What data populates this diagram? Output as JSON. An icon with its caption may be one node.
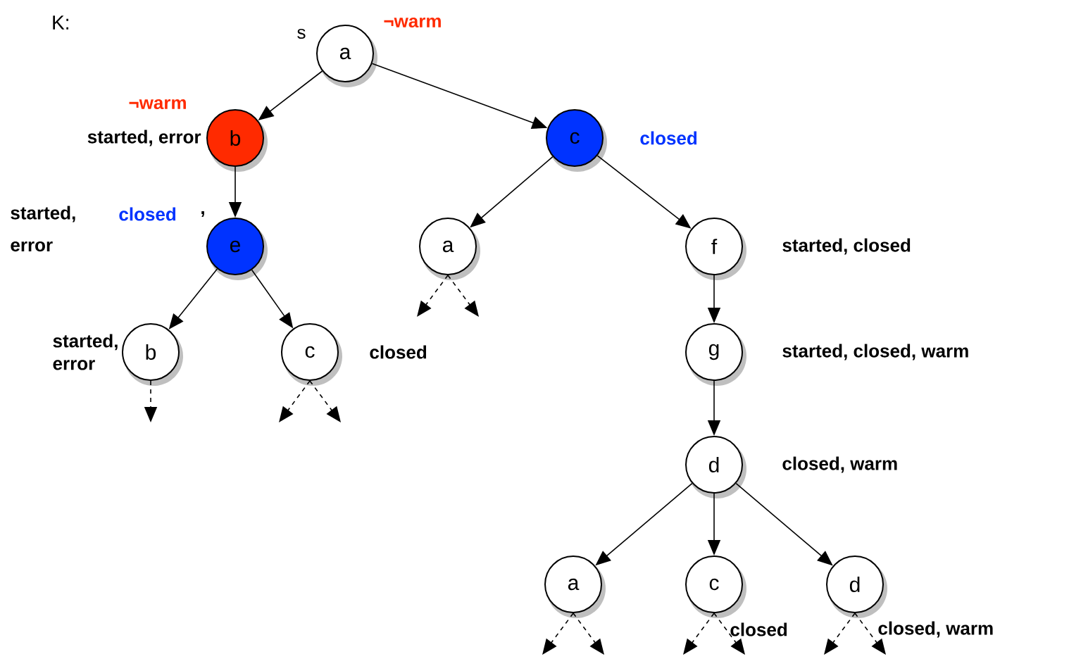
{
  "diagram": {
    "nodes": [
      {
        "text": [
          "a"
        ],
        "beside": [
          "s",
          "¬warm"
        ]
      },
      {
        "text": [
          "b"
        ],
        "beside": [
          "¬warm",
          "started, error"
        ]
      },
      {
        "text": [
          "c"
        ],
        "beside": [
          "closed"
        ]
      },
      {
        "text": [
          "e"
        ],
        "beside": [
          "started,",
          "closed",
          ",",
          "error"
        ]
      },
      {
        "text": [
          "a"
        ]
      },
      {
        "text": [
          "f"
        ],
        "beside": [
          "started, closed"
        ]
      },
      {
        "text": [
          "b"
        ],
        "beside": [
          "started, error"
        ]
      },
      {
        "text": [
          "c"
        ],
        "beside": [
          "closed"
        ]
      },
      {
        "text": [
          "g"
        ],
        "beside": [
          "started, closed, warm"
        ]
      },
      {
        "text": [
          "d"
        ],
        "beside": [
          "closed, warm"
        ]
      },
      {
        "text": [
          "a"
        ]
      },
      {
        "text": [
          "c"
        ],
        "beside": [
          "closed"
        ]
      },
      {
        "text": [
          "d"
        ],
        "beside": [
          "closed, warm"
        ]
      }
    ],
    "edges": [
      {
        "from": 0,
        "to": 1,
        "arrow": "to"
      },
      {
        "from": 0,
        "to": 2,
        "arrow": "to"
      },
      {
        "from": 1,
        "to": 3,
        "arrow": "to"
      },
      {
        "from": 3,
        "to": 6,
        "arrow": "to"
      },
      {
        "from": 3,
        "to": 7,
        "arrow": "to"
      },
      {
        "from": 2,
        "to": 4,
        "arrow": "to"
      },
      {
        "from": 2,
        "to": 5,
        "arrow": "to"
      },
      {
        "from": 5,
        "to": 8,
        "arrow": "to"
      },
      {
        "from": 8,
        "to": 9,
        "arrow": "to"
      },
      {
        "from": 9,
        "to": 10,
        "arrow": "to"
      },
      {
        "from": 9,
        "to": 11,
        "arrow": "to"
      },
      {
        "from": 9,
        "to": 12,
        "arrow": "to"
      },
      {
        "from": 6,
        "to": null,
        "arrow": "to",
        "style": "dashed"
      },
      {
        "from": 7,
        "to": null,
        "arrow": "to",
        "style": "dashed"
      },
      {
        "from": 7,
        "to": null,
        "arrow": "to",
        "style": "dashed"
      },
      {
        "from": 4,
        "to": null,
        "arrow": "to",
        "style": "dashed"
      },
      {
        "from": 4,
        "to": null,
        "arrow": "to",
        "style": "dashed"
      },
      {
        "from": 10,
        "to": null,
        "arrow": "to",
        "style": "dashed"
      },
      {
        "from": 10,
        "to": null,
        "arrow": "to",
        "style": "dashed"
      },
      {
        "from": 11,
        "to": null,
        "arrow": "to",
        "style": "dashed"
      },
      {
        "from": 11,
        "to": null,
        "arrow": "to",
        "style": "dashed"
      },
      {
        "from": 12,
        "to": null,
        "arrow": "to",
        "style": "dashed"
      },
      {
        "from": 12,
        "to": null,
        "arrow": "to",
        "style": "dashed"
      }
    ],
    "labels": [
      "K:"
    ]
  }
}
